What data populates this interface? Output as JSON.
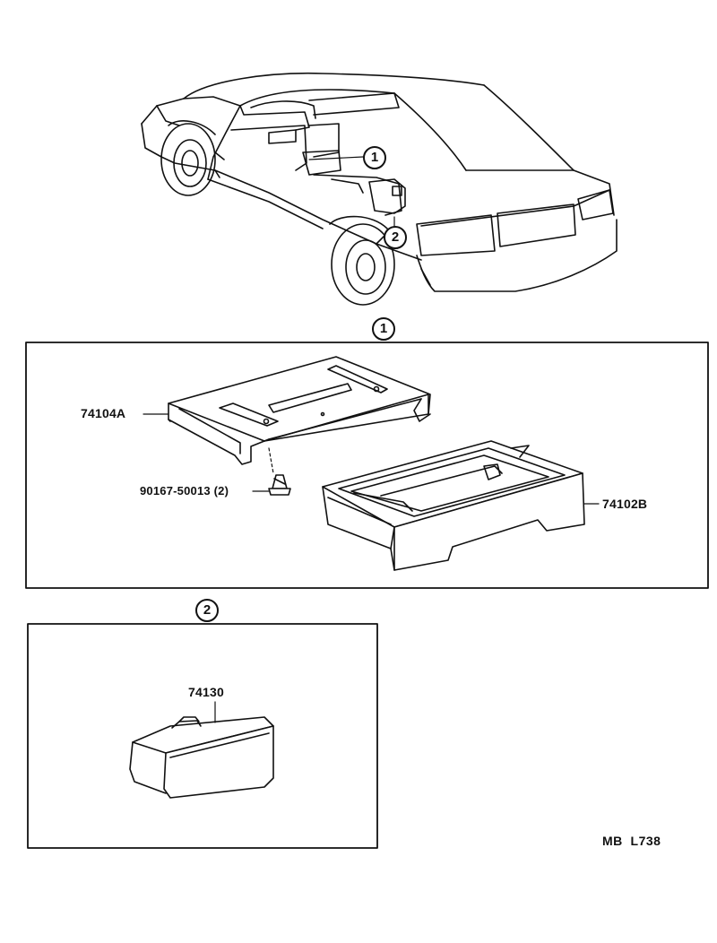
{
  "callouts": {
    "one": "1",
    "two": "2"
  },
  "parts": {
    "tray_bracket": "74104A",
    "screw": "90167-50013 (2)",
    "ashtray_front": "74102B",
    "rear_ashtray": "74130"
  },
  "footer": {
    "code": "MB  L738"
  }
}
